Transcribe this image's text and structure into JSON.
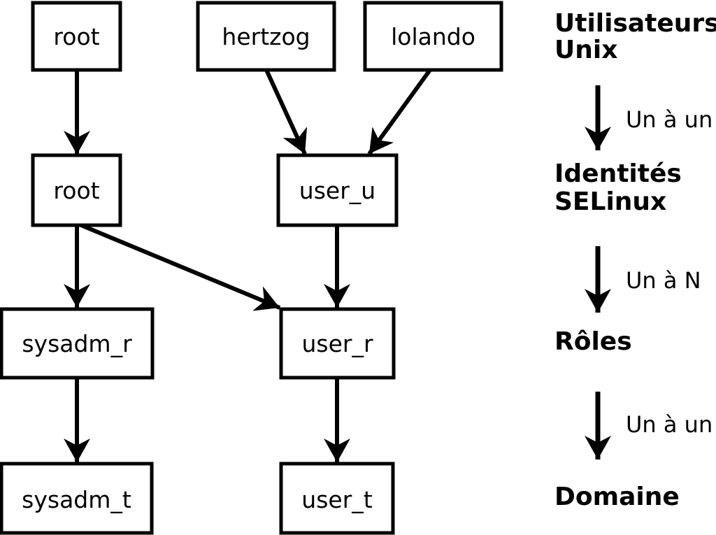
{
  "colors": {
    "background": "#ffffff",
    "ink": "#000000"
  },
  "diagram": {
    "nodes": {
      "unix_root": {
        "label": "root"
      },
      "unix_hertzog": {
        "label": "hertzog"
      },
      "unix_lolando": {
        "label": "lolando"
      },
      "sel_root": {
        "label": "root"
      },
      "sel_user_u": {
        "label": "user_u"
      },
      "role_sysadm_r": {
        "label": "sysadm_r"
      },
      "role_user_r": {
        "label": "user_r"
      },
      "dom_sysadm_t": {
        "label": "sysadm_t"
      },
      "dom_user_t": {
        "label": "user_t"
      }
    },
    "legend": {
      "unix_users": {
        "line1": "Utilisateurs",
        "line2": "Unix"
      },
      "selinux_identities": {
        "line1": "Identités",
        "line2": "SELinux"
      },
      "roles": {
        "label": "Rôles"
      },
      "domaine": {
        "label": "Domaine"
      },
      "edge_unix_identity": {
        "label": "Un à un"
      },
      "edge_identity_roles": {
        "label": "Un à N"
      },
      "edge_roles_domain": {
        "label": "Un à un"
      }
    }
  }
}
